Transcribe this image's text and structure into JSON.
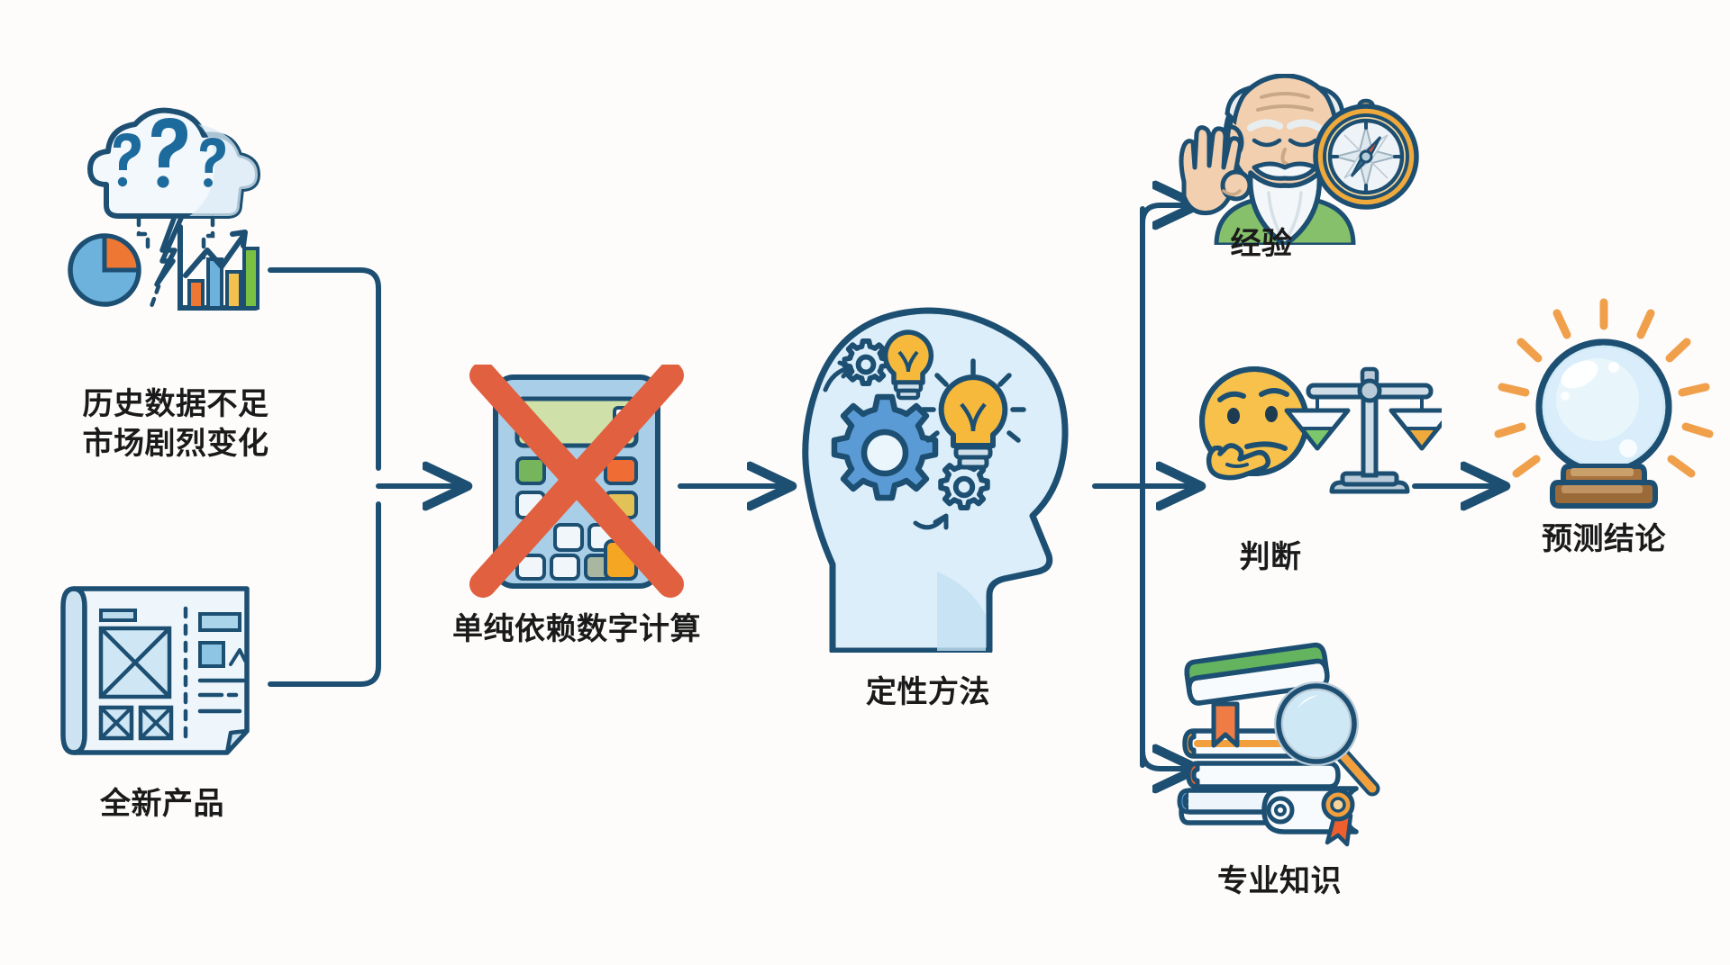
{
  "diagram": {
    "title_visible": false,
    "background_color": "#fdfcfb",
    "line_color": "#1d4f72",
    "text_color": "#1a1a1a"
  },
  "nodes": [
    {
      "id": "uncertainty",
      "icon": "cloud-question-charts-icon",
      "label_lines": [
        "历史数据不足",
        "市场剧烈变化"
      ],
      "label": "历史数据不足\n市场剧烈变化"
    },
    {
      "id": "new-product",
      "icon": "blueprint-icon",
      "label_lines": [
        "全新产品"
      ],
      "label": "全新产品"
    },
    {
      "id": "no-calculation",
      "icon": "calculator-crossed-out-icon",
      "label_lines": [
        "单纯依赖数字计算"
      ],
      "label": "单纯依赖数字计算"
    },
    {
      "id": "qualitative-method",
      "icon": "head-gears-lightbulb-icon",
      "label_lines": [
        "定性方法"
      ],
      "label": "定性方法"
    },
    {
      "id": "experience",
      "icon": "elder-compass-icon",
      "label_lines": [
        "经验"
      ],
      "label": "经验"
    },
    {
      "id": "judgment",
      "icon": "thinking-face-scales-icon",
      "label_lines": [
        "判断"
      ],
      "label": "判断"
    },
    {
      "id": "expertise",
      "icon": "books-magnifier-diploma-icon",
      "label_lines": [
        "专业知识"
      ],
      "label": "专业知识"
    },
    {
      "id": "forecast-conclusion",
      "icon": "crystal-ball-icon",
      "label_lines": [
        "预测结论"
      ],
      "label": "预测结论"
    }
  ],
  "colors": {
    "outline": "#1d4f72",
    "cross_red": "#e1603f",
    "bulb_yellow": "#f6b93b",
    "gear_blue": "#5b9bd5",
    "pie_orange": "#ee7733",
    "pie_blue": "#5fa8d3",
    "bar_green": "#7ac143",
    "bar_yellow": "#f2c14e",
    "glass_blue": "#bfe0f0",
    "book_green": "#63b35f",
    "book_orange": "#ef8354",
    "ray_orange": "#f0a04b",
    "shirt_green": "#86c06b",
    "skin": "#f2cfae",
    "beard": "#e8edf0",
    "emoji_yellow": "#f7c14b"
  }
}
